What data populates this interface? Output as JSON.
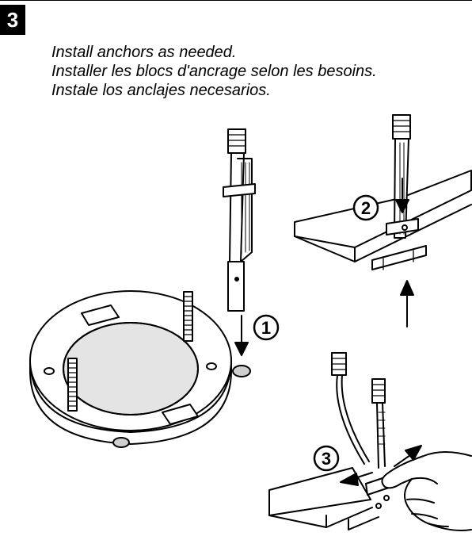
{
  "step": {
    "number": "3"
  },
  "instructions": {
    "en": "Install anchors as needed.",
    "fr": "Installer les blocs d'ancrage selon les besoins.",
    "es": "Instale los anclajes necesarios."
  },
  "callouts": [
    "1",
    "2",
    "3"
  ],
  "icons": [
    "step-number-badge",
    "anchor-clip-icon",
    "mounting-ring-icon",
    "hand-icon",
    "arrow-icon"
  ]
}
